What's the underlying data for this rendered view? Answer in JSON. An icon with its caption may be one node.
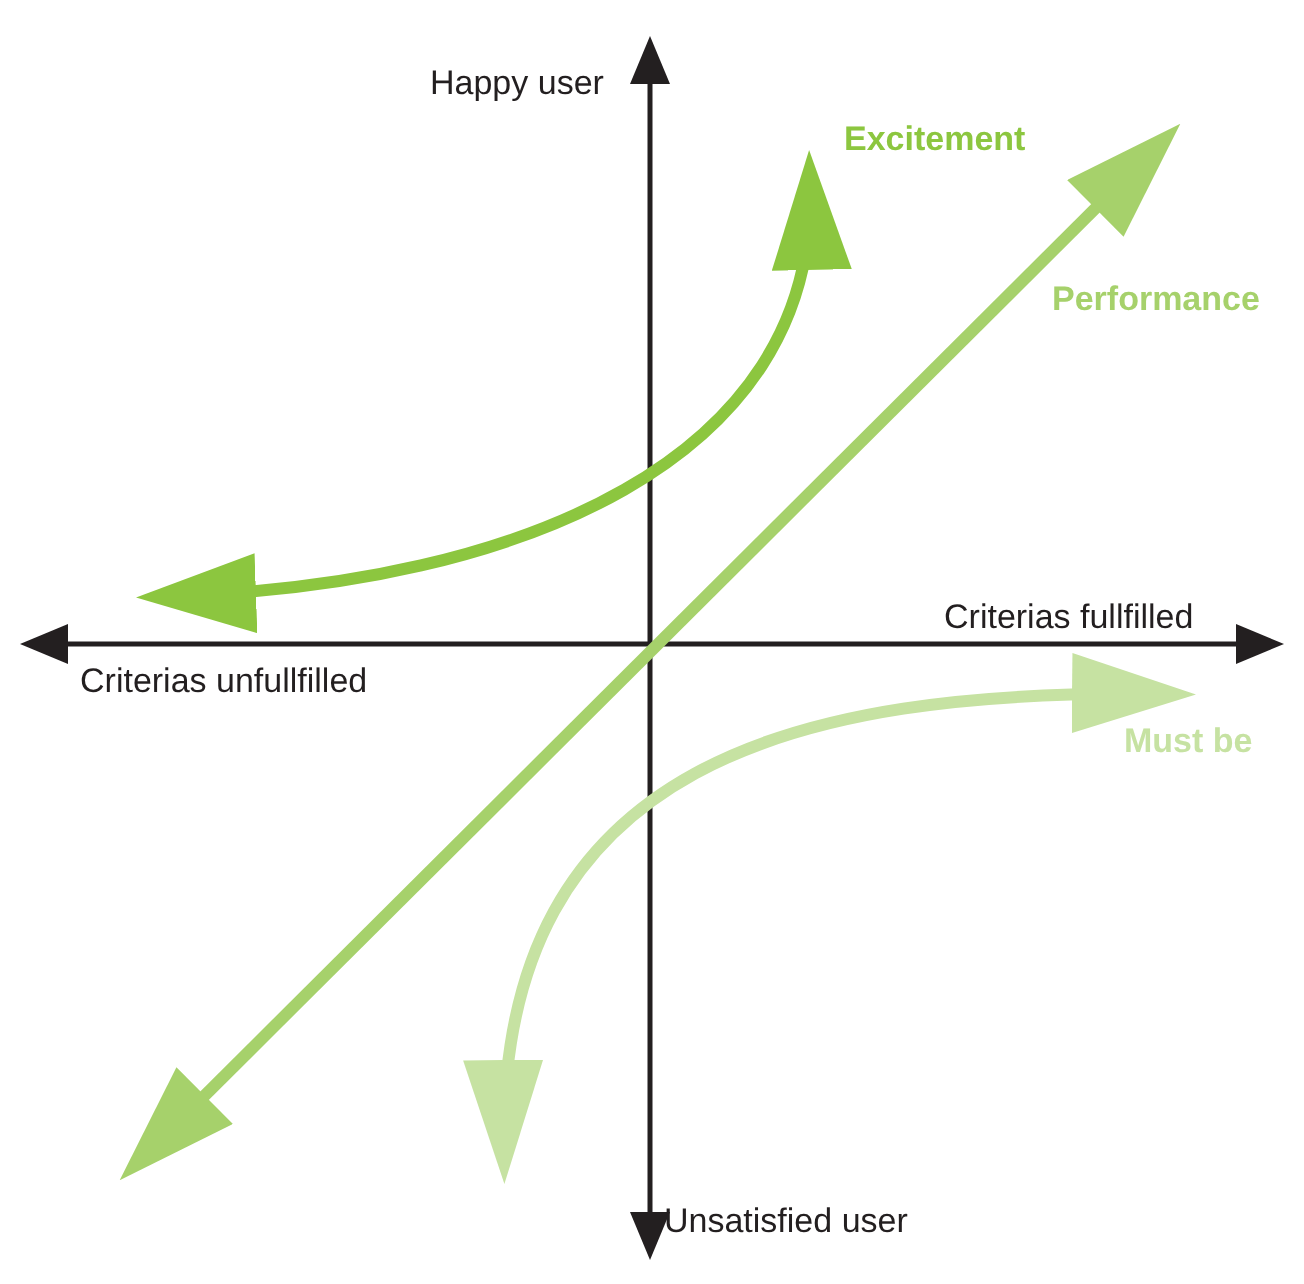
{
  "diagram": {
    "labels": [
      "Happy user",
      "Excitement",
      "Performance",
      "Criterias fullfilled",
      "Criterias unfullfilled",
      "Must be",
      "Unsatisfied user"
    ]
  }
}
